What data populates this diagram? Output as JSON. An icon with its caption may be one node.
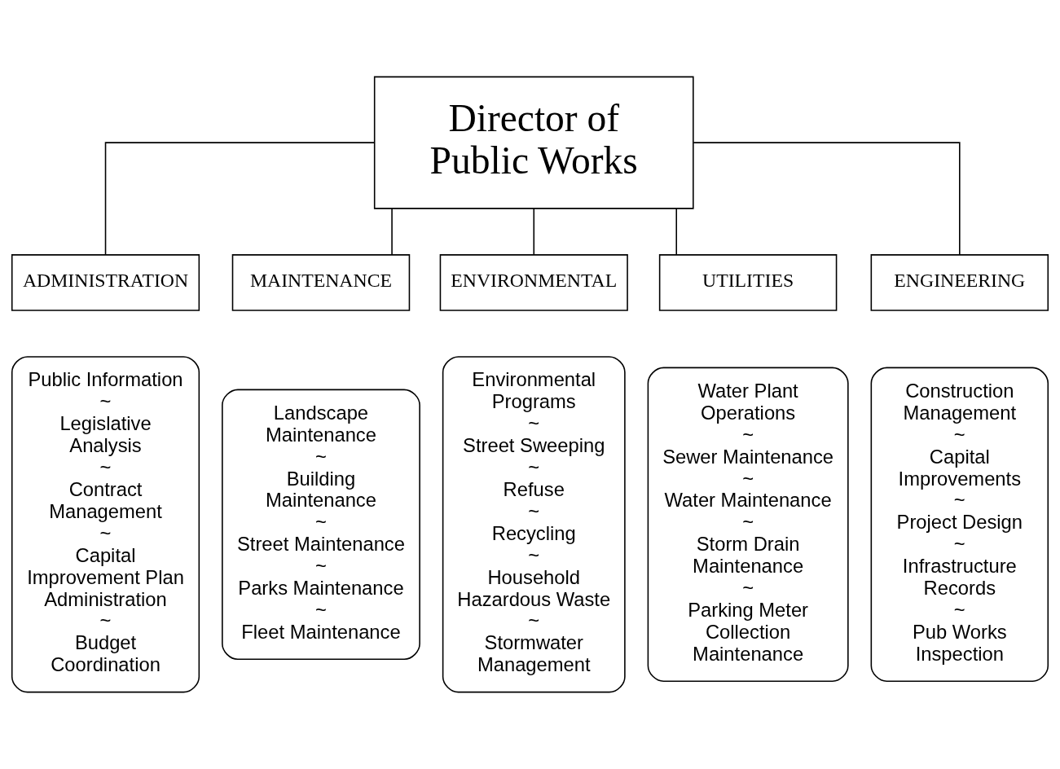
{
  "diagram": {
    "nodes": [
      {
        "text": [
          "Director of Public Works"
        ]
      },
      {
        "text": [
          "ADMINISTRATION"
        ]
      },
      {
        "text": [
          "MAINTENANCE"
        ]
      },
      {
        "text": [
          "ENVIRONMENTAL"
        ]
      },
      {
        "text": [
          "UTILITIES"
        ]
      },
      {
        "text": [
          "ENGINEERING"
        ]
      },
      {
        "text": [
          "Public Information",
          "~",
          "Legislative Analysis",
          "~",
          "Contract Management",
          "~",
          "Capital Improvement Plan Administration",
          "~",
          "Budget Coordination"
        ]
      },
      {
        "text": [
          "Landscape Maintenance",
          "~",
          "Building Maintenance",
          "~",
          "Street Maintenance",
          "~",
          "Parks Maintenance",
          "~",
          "Fleet Maintenance"
        ]
      },
      {
        "text": [
          "Environmental Programs",
          "~",
          "Street Sweeping",
          "~",
          "Refuse",
          "~",
          "Recycling",
          "~",
          "Household Hazardous Waste",
          "~",
          "Stormwater Management"
        ]
      },
      {
        "text": [
          "Water Plant Operations",
          "~",
          "Sewer Maintenance",
          "~",
          "Water Maintenance",
          "~",
          "Storm Drain Maintenance",
          "~",
          "Parking Meter Collection Maintenance"
        ]
      },
      {
        "text": [
          "Construction Management",
          "~",
          "Capital Improvements",
          "~",
          "Project Design",
          "~",
          "Infrastructure Records",
          "~",
          "Pub Works Inspection"
        ]
      }
    ],
    "edges": [
      {
        "from": 0,
        "to": 1,
        "arrow": "none"
      },
      {
        "from": 0,
        "to": 2,
        "arrow": "none"
      },
      {
        "from": 0,
        "to": 3,
        "arrow": "none"
      },
      {
        "from": 0,
        "to": 4,
        "arrow": "none"
      },
      {
        "from": 0,
        "to": 5,
        "arrow": "none"
      }
    ]
  }
}
